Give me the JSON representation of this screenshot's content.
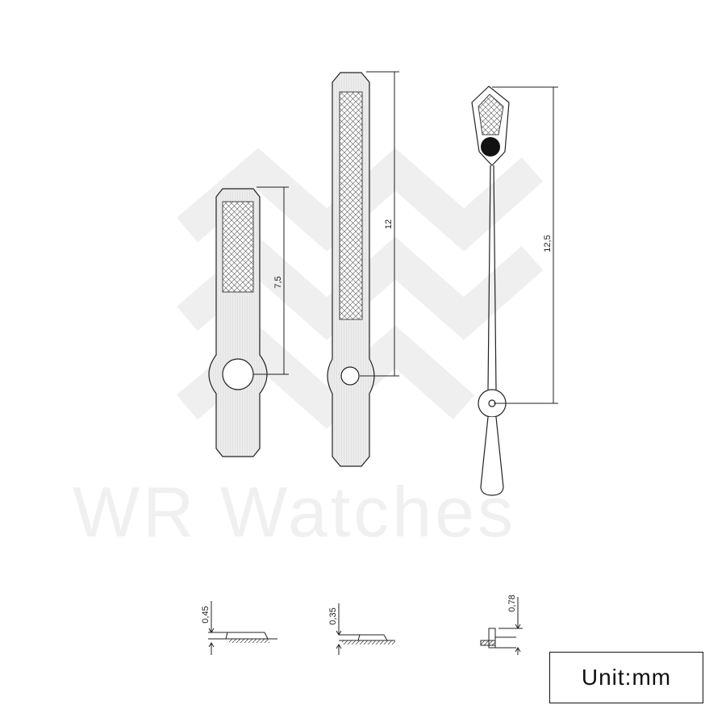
{
  "watermark": {
    "brand": "WR Watches"
  },
  "hands": [
    {
      "id": "hour",
      "length_label": "7,5",
      "thickness_label": "0,45"
    },
    {
      "id": "minute",
      "length_label": "12",
      "thickness_label": "0,35"
    },
    {
      "id": "seconds",
      "length_label": "12,5",
      "thickness_label": "0,78"
    }
  ],
  "unit": {
    "label": "Unit:mm"
  },
  "colors": {
    "line": "#222222",
    "watermark": "#efefef",
    "lume": "#dcdcdc",
    "dot": "#111111"
  }
}
